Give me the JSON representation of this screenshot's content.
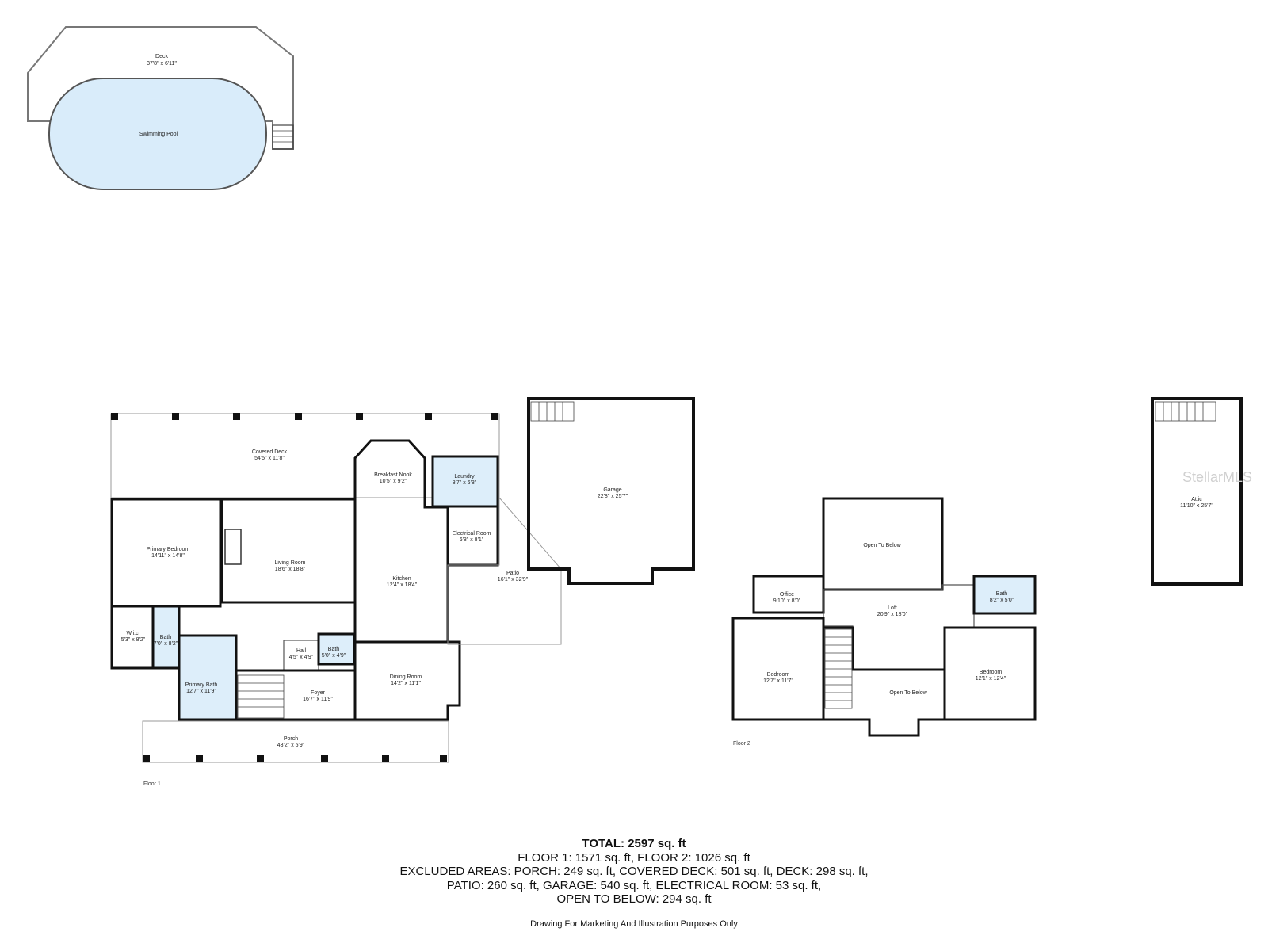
{
  "watermark": "StellarMLS",
  "floor_labels": {
    "floor1": "Floor 1",
    "floor2": "Floor 2"
  },
  "rooms": {
    "deck": {
      "name": "Deck",
      "dims": "37'8\" x 6'11\""
    },
    "pool": {
      "name": "Swimming Pool"
    },
    "covered_deck": {
      "name": "Covered Deck",
      "dims": "54'5\" x 11'8\""
    },
    "breakfast_nook": {
      "name": "Breakfast Nook",
      "dims": "10'5\" x 9'2\""
    },
    "laundry": {
      "name": "Laundry",
      "dims": "8'7\" x 6'8\""
    },
    "electrical_room": {
      "name": "Electrical Room",
      "dims": "6'8\" x 8'1\""
    },
    "garage": {
      "name": "Garage",
      "dims": "22'8\" x 25'7\""
    },
    "primary_bedroom": {
      "name": "Primary Bedroom",
      "dims": "14'11\" x 14'8\""
    },
    "living_room": {
      "name": "Living Room",
      "dims": "18'6\" x 18'8\""
    },
    "kitchen": {
      "name": "Kitchen",
      "dims": "12'4\" x 18'4\""
    },
    "patio": {
      "name": "Patio",
      "dims": "16'1\" x 32'9\""
    },
    "wic": {
      "name": "W.i.c.",
      "dims": "5'3\" x 8'2\""
    },
    "bath1": {
      "name": "Bath",
      "dims": "7'0\" x 8'2\""
    },
    "hall": {
      "name": "Hall",
      "dims": "4'5\" x 4'9\""
    },
    "bath2": {
      "name": "Bath",
      "dims": "5'0\" x 4'9\""
    },
    "primary_bath": {
      "name": "Primary Bath",
      "dims": "12'7\" x 11'9\""
    },
    "foyer": {
      "name": "Foyer",
      "dims": "16'7\" x 11'9\""
    },
    "dining_room": {
      "name": "Dining Room",
      "dims": "14'2\" x 11'1\""
    },
    "porch": {
      "name": "Porch",
      "dims": "43'2\" x 5'9\""
    },
    "open_below_1": {
      "name": "Open To Below"
    },
    "office": {
      "name": "Office",
      "dims": "9'10\" x 8'0\""
    },
    "loft": {
      "name": "Loft",
      "dims": "20'9\" x 18'0\""
    },
    "bath3": {
      "name": "Bath",
      "dims": "8'2\" x 5'0\""
    },
    "bedroom1": {
      "name": "Bedroom",
      "dims": "12'7\" x 11'7\""
    },
    "open_below_2": {
      "name": "Open To Below"
    },
    "bedroom2": {
      "name": "Bedroom",
      "dims": "12'1\" x 12'4\""
    },
    "attic": {
      "name": "Attic",
      "dims": "11'10\" x 25'7\""
    }
  },
  "summary": {
    "total": "TOTAL: 2597 sq. ft",
    "line1": "FLOOR 1: 1571 sq. ft, FLOOR 2: 1026 sq. ft",
    "line2": "EXCLUDED AREAS: PORCH: 249 sq. ft, COVERED DECK: 501 sq. ft, DECK: 298 sq. ft,",
    "line3": "PATIO: 260 sq. ft, GARAGE: 540 sq. ft, ELECTRICAL ROOM: 53 sq. ft,",
    "line4": "OPEN TO BELOW: 294 sq. ft"
  },
  "disclaimer": "Drawing For Marketing And Illustration Purposes Only",
  "colors": {
    "wall": "#111111",
    "thin_wall": "#888888",
    "wet_room": "#ddeefa",
    "pool": "#d9ecfa",
    "watermark": "#d0d0d0"
  }
}
